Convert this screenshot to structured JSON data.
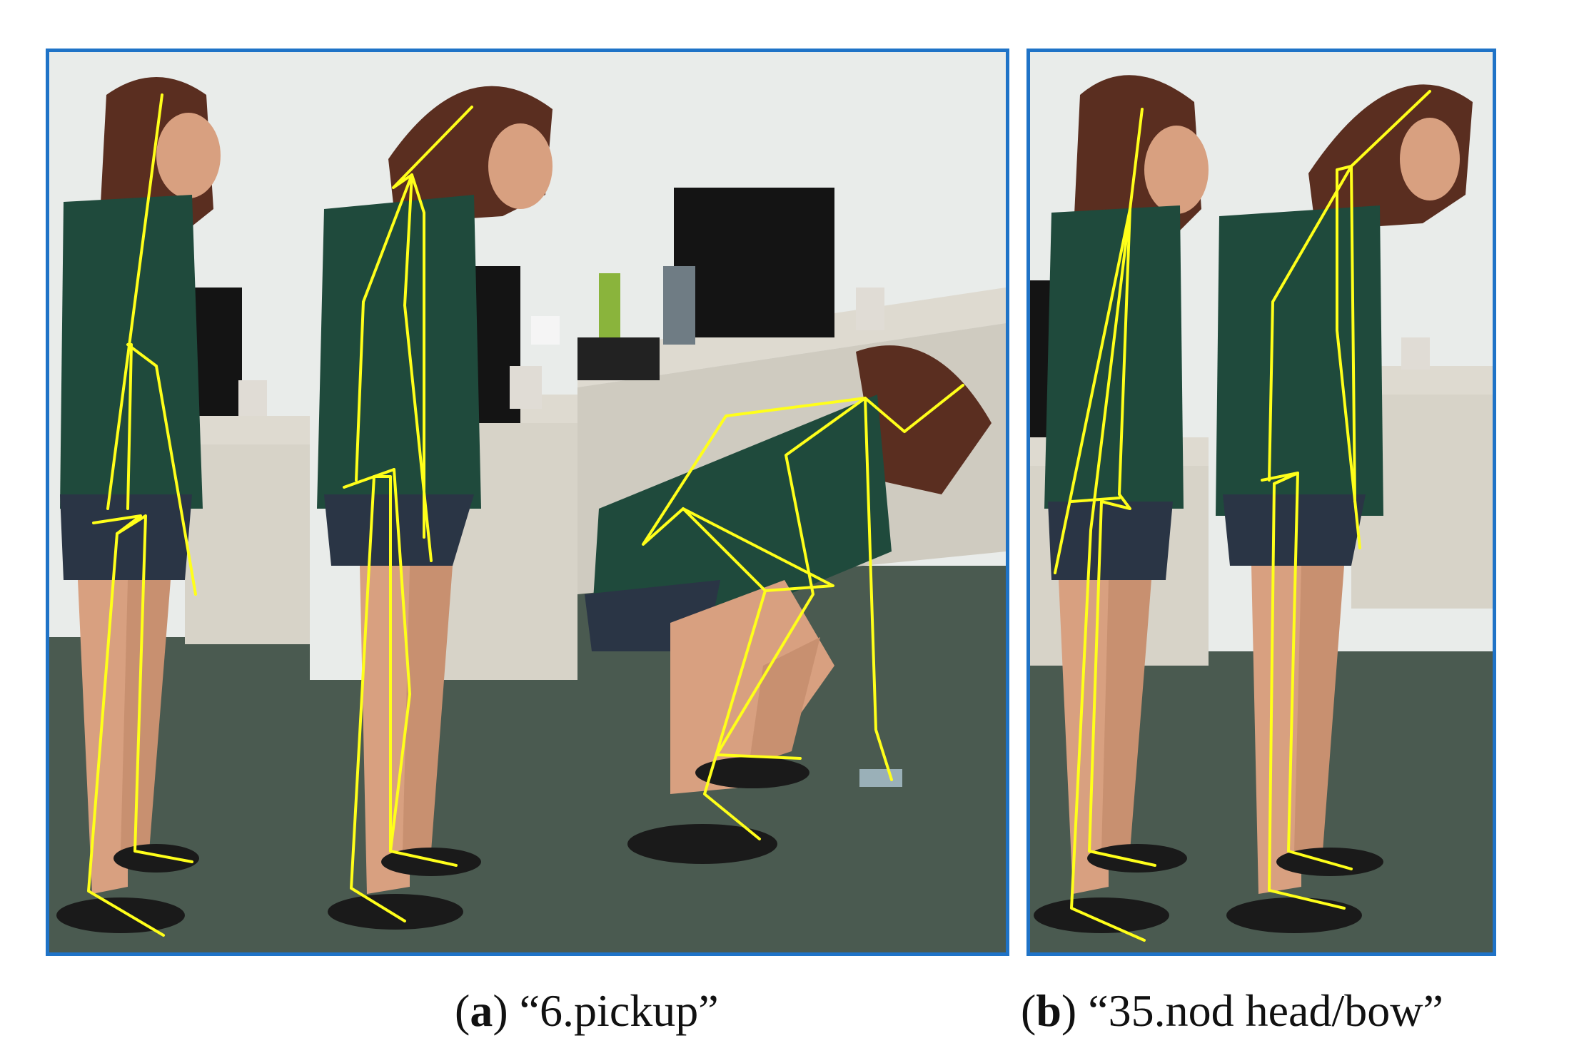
{
  "figure": {
    "panels": [
      {
        "label": "a",
        "title": "“6.pickup”"
      },
      {
        "label": "b",
        "title": "“35.nod head/bow”"
      }
    ],
    "colors": {
      "border": "#1f73c7",
      "skeleton": "#ffff1a",
      "wall": "#e9ecea",
      "floor": "#4a5a50",
      "shirt": "#1f4a3c",
      "hair": "#5a2e20",
      "skin": "#d8a080",
      "desk": "#dedad0"
    }
  }
}
